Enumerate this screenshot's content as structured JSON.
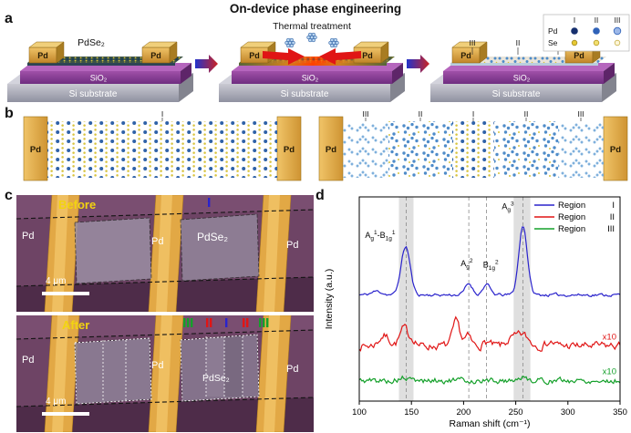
{
  "title": "On-device phase engineering",
  "panel_labels": {
    "a": "a",
    "b": "b",
    "c": "c",
    "d": "d"
  },
  "labels": {
    "pd": "Pd",
    "sio2": "SiO₂",
    "si": "Si substrate",
    "pdse2": "PdSe₂"
  },
  "panel_a": {
    "thermal": "Thermal treatment",
    "region_labels": [
      "III",
      "II",
      "I"
    ],
    "legend": {
      "cols": [
        "I",
        "II",
        "III"
      ],
      "row1": "Pd",
      "row2": "Se"
    }
  },
  "panel_b": {
    "left_labels": [
      "I"
    ],
    "right_labels": [
      "III",
      "II",
      "I",
      "II",
      "III"
    ]
  },
  "panel_c": {
    "before": {
      "title": "Before",
      "markers": [
        "I"
      ]
    },
    "after": {
      "title": "After",
      "markers": [
        "III",
        "II",
        "I",
        "II",
        "III"
      ]
    },
    "scale_label": "4 μm"
  },
  "region_colors": {
    "I": "#2a23cc",
    "II": "#e01515",
    "III": "#14a02a"
  },
  "chart_data": {
    "type": "line",
    "title": "",
    "xlabel": "Raman shift (cm⁻¹)",
    "ylabel": "Intensity (a.u.)",
    "xlim": [
      100,
      350
    ],
    "xticks": [
      100,
      150,
      200,
      250,
      300,
      350
    ],
    "grid": false,
    "legend_position": "top-right",
    "shaded_bands": [
      [
        138,
        152
      ],
      [
        248,
        264
      ]
    ],
    "dashed_lines": [
      145,
      205,
      222,
      257
    ],
    "legend": [
      {
        "label": "Region",
        "numeral": "I"
      },
      {
        "label": "Region",
        "numeral": "II"
      },
      {
        "label": "Region",
        "numeral": "III"
      }
    ],
    "peak_labels": [
      {
        "x": 138,
        "dx": -4,
        "y": 0.8,
        "anchor": "end",
        "parts": [
          [
            "t",
            "A"
          ],
          [
            "b",
            "g"
          ],
          [
            "p",
            "1"
          ],
          [
            "t",
            "-B"
          ],
          [
            "b",
            "1g"
          ],
          [
            "p",
            "1"
          ]
        ]
      },
      {
        "x": 203,
        "y": 0.66,
        "anchor": "middle",
        "parts": [
          [
            "t",
            "A"
          ],
          [
            "b",
            "g"
          ],
          [
            "p",
            "2"
          ]
        ]
      },
      {
        "x": 226,
        "y": 0.655,
        "anchor": "middle",
        "parts": [
          [
            "t",
            "B"
          ],
          [
            "b",
            "1g"
          ],
          [
            "p",
            "2"
          ]
        ]
      },
      {
        "x": 250,
        "dx": -2,
        "y": 0.94,
        "anchor": "end",
        "parts": [
          [
            "t",
            "A"
          ],
          [
            "b",
            "g"
          ],
          [
            "p",
            "3"
          ]
        ]
      }
    ],
    "peaks_format": "[center_cm-1, height_fraction, sigma_cm-1]",
    "series": [
      {
        "name": "Region I",
        "numeral": "I",
        "color": "#2a23cc",
        "baseline": 0.52,
        "noise": 0.006,
        "seed": 11,
        "scale_label": "",
        "peaks": [
          [
            117,
            0.018,
            5
          ],
          [
            140,
            0.04,
            3
          ],
          [
            145,
            0.225,
            4
          ],
          [
            205,
            0.055,
            3.5
          ],
          [
            222,
            0.05,
            3.5
          ],
          [
            257,
            0.34,
            4
          ]
        ]
      },
      {
        "name": "Region II",
        "numeral": "II",
        "color": "#e01515",
        "baseline": 0.27,
        "noise": 0.016,
        "seed": 7,
        "scale_label": "x10",
        "peaks": [
          [
            124,
            0.05,
            5
          ],
          [
            143,
            0.085,
            4
          ],
          [
            152,
            0.03,
            3
          ],
          [
            193,
            0.115,
            3.5
          ],
          [
            204,
            0.045,
            3
          ],
          [
            222,
            0.02,
            3
          ],
          [
            245,
            0.025,
            4
          ],
          [
            256,
            0.055,
            6
          ],
          [
            283,
            0.02,
            4
          ]
        ]
      },
      {
        "name": "Region III",
        "numeral": "III",
        "color": "#14a02a",
        "baseline": 0.1,
        "noise": 0.012,
        "seed": 5,
        "scale_label": "x10",
        "peaks": [
          [
            142,
            0.012,
            4
          ],
          [
            256,
            0.014,
            6
          ]
        ]
      }
    ]
  }
}
